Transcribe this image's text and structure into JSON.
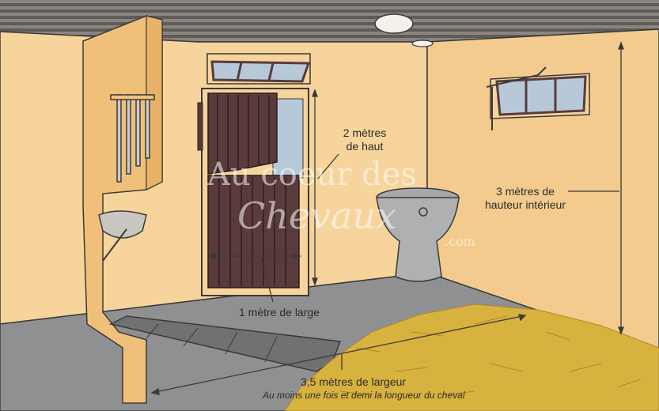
{
  "labels": {
    "door_height": [
      "2 mètres",
      "de haut"
    ],
    "interior_height": [
      "3 mètres de",
      "hauteur intérieur"
    ],
    "door_width": "1 mètre de large",
    "stall_width": "3,5 mètres de largeur",
    "stall_width_note": "Au moins une fois et demi la longueur du cheval"
  },
  "watermark": {
    "line1": "Au coeur des",
    "line2": "Chevaux",
    "suffix": ".com"
  },
  "colors": {
    "wall": "#f6d49b",
    "wall_shade": "#efc688",
    "ceiling": "#6e6a66",
    "floor": "#8f9091",
    "door_wood": "#5a3b3b",
    "straw": "#d8b23e",
    "outline": "#3a3a3a"
  }
}
